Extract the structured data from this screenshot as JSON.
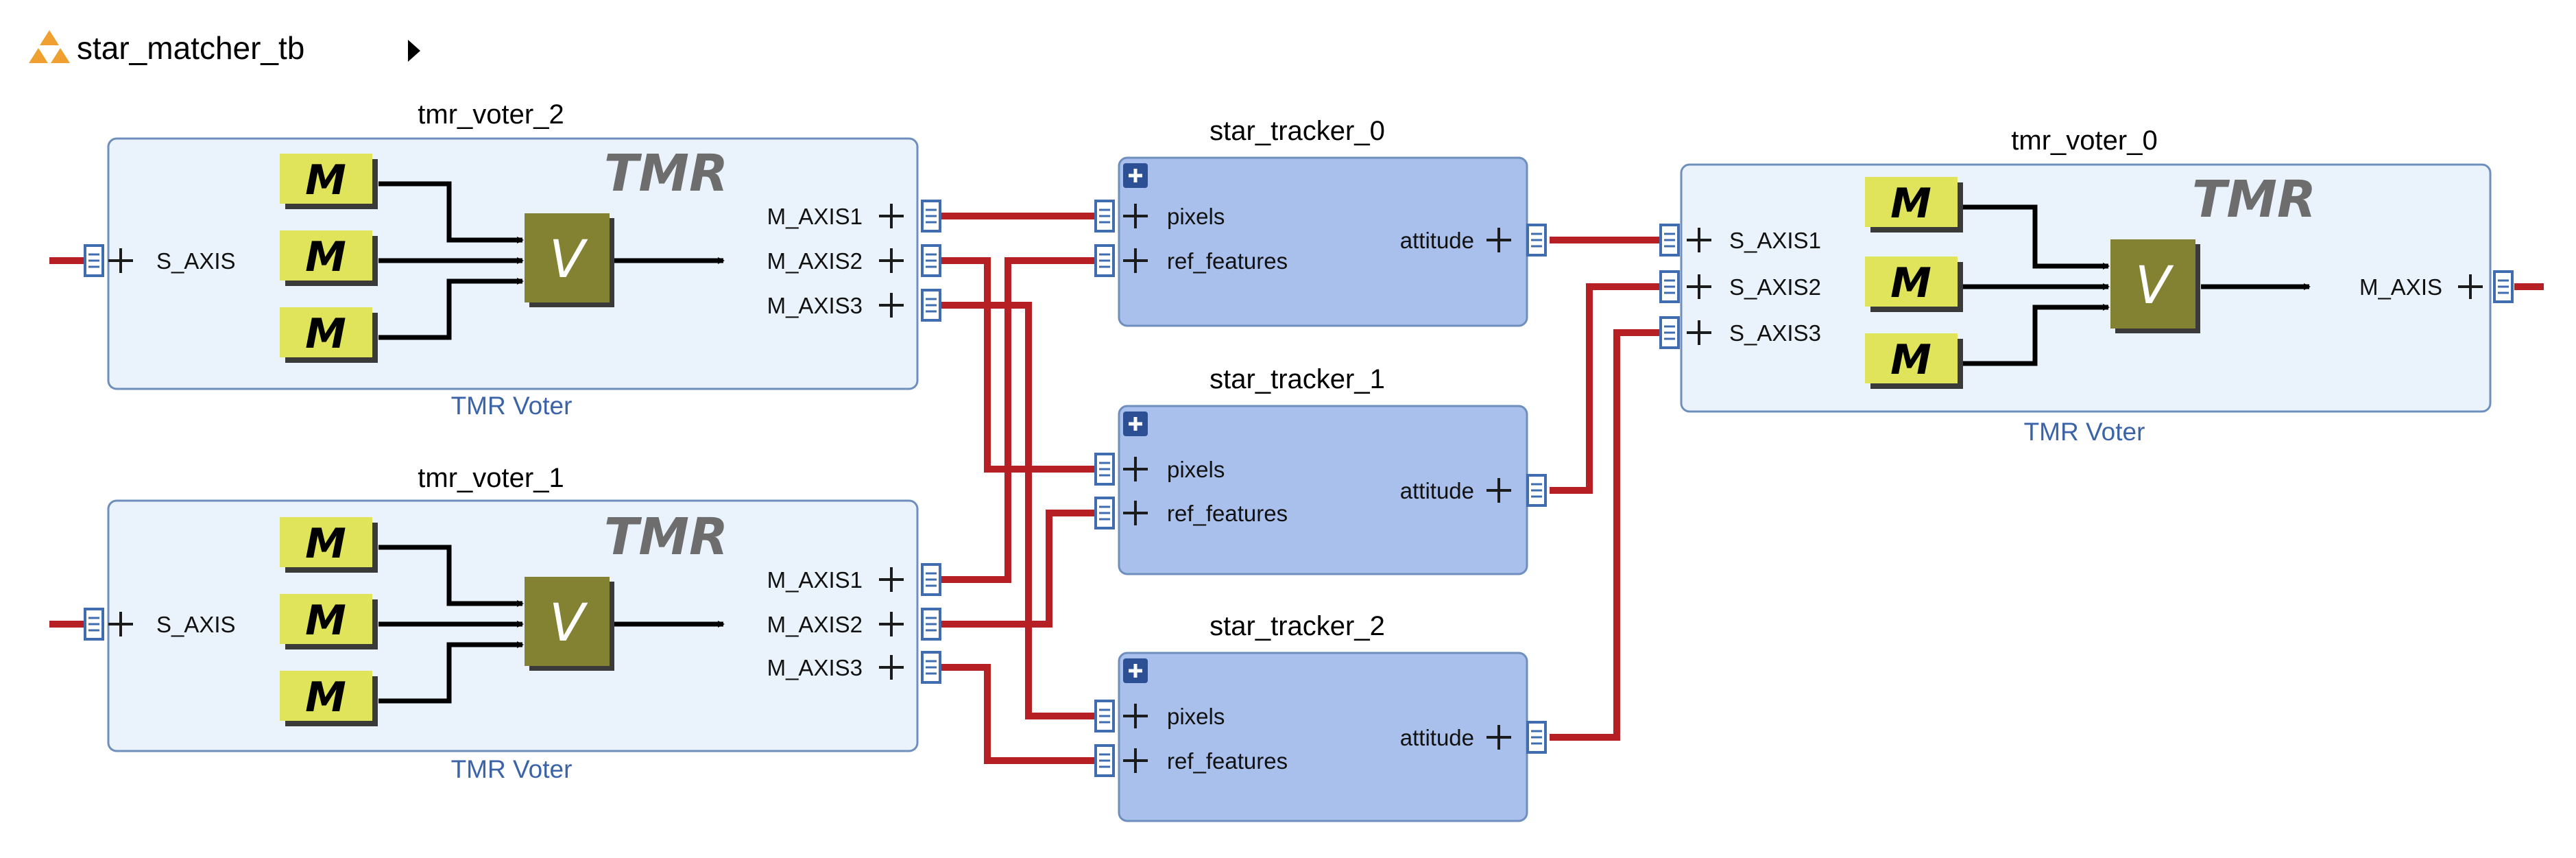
{
  "header": {
    "title": "star_matcher_tb",
    "hierarchy_icon": "hierarchy-icon",
    "expand_icon": "play-arrow-icon"
  },
  "blocks": [
    {
      "instance": "tmr_voter_2",
      "subtitle": "TMR Voter",
      "watermark": "TMR",
      "inputs": [
        "S_AXIS"
      ],
      "outputs": [
        "M_AXIS1",
        "M_AXIS2",
        "M_AXIS3"
      ],
      "modules": [
        "M",
        "M",
        "M"
      ],
      "voter": "V"
    },
    {
      "instance": "tmr_voter_1",
      "subtitle": "TMR Voter",
      "watermark": "TMR",
      "inputs": [
        "S_AXIS"
      ],
      "outputs": [
        "M_AXIS1",
        "M_AXIS2",
        "M_AXIS3"
      ],
      "modules": [
        "M",
        "M",
        "M"
      ],
      "voter": "V"
    },
    {
      "instance": "star_tracker_0",
      "inputs": [
        "pixels",
        "ref_features"
      ],
      "outputs": [
        "attitude"
      ]
    },
    {
      "instance": "star_tracker_1",
      "inputs": [
        "pixels",
        "ref_features"
      ],
      "outputs": [
        "attitude"
      ]
    },
    {
      "instance": "star_tracker_2",
      "inputs": [
        "pixels",
        "ref_features"
      ],
      "outputs": [
        "attitude"
      ]
    },
    {
      "instance": "tmr_voter_0",
      "subtitle": "TMR Voter",
      "watermark": "TMR",
      "inputs": [
        "S_AXIS1",
        "S_AXIS2",
        "S_AXIS3"
      ],
      "outputs": [
        "M_AXIS"
      ],
      "modules": [
        "M",
        "M",
        "M"
      ],
      "voter": "V"
    }
  ],
  "colors": {
    "voter_fill": "#eaf3fc",
    "voter_border": "#6e8fbd",
    "tracker_fill": "#a9c0ec",
    "tracker_border": "#6e8fbd",
    "net": "#b62025",
    "m_fill": "#dfe45a",
    "v_fill": "#838233",
    "subtitle": "#3b63a8",
    "port_blue": "#3f6db0",
    "header_icon": "#f0a030"
  }
}
